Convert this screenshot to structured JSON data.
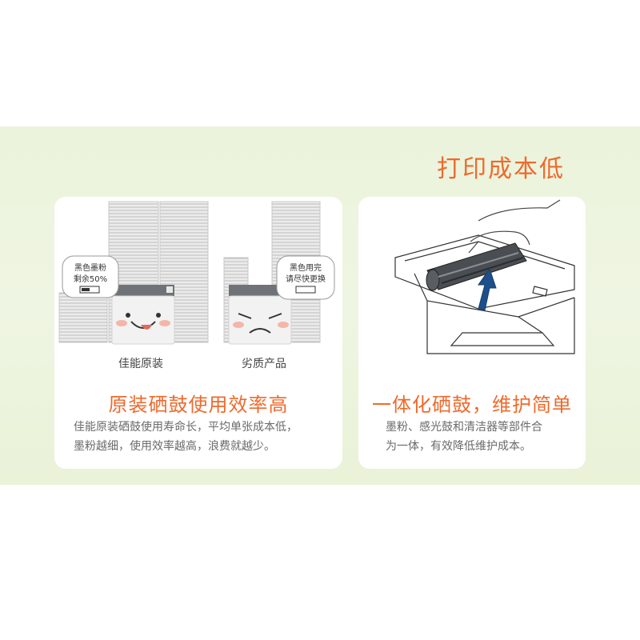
{
  "headline": "打印成本低",
  "left_card": {
    "bubble_good": {
      "line1": "黑色墨粉",
      "line2": "剩余50%"
    },
    "bubble_bad": {
      "line1": "黑色用完",
      "line2": "请尽快更换"
    },
    "caption_good": "佳能原装",
    "caption_bad": "劣质产品",
    "title": "原装硒鼓使用效率高",
    "desc_line1": "佳能原装硒鼓使用寿命长，平均单张成本低，",
    "desc_line2": "墨粉越细，使用效率越高，浪费就越少。"
  },
  "right_card": {
    "title": "一体化硒鼓，维护简单",
    "desc_line1": "墨粉、感光鼓和清洁器等部件合",
    "desc_line2": "为一体，有效降低维护成本。"
  },
  "colors": {
    "accent": "#ee6a2c",
    "band": "#eef5e2",
    "arrow": "#1d4f8a",
    "cheek": "#f4b6a8"
  }
}
